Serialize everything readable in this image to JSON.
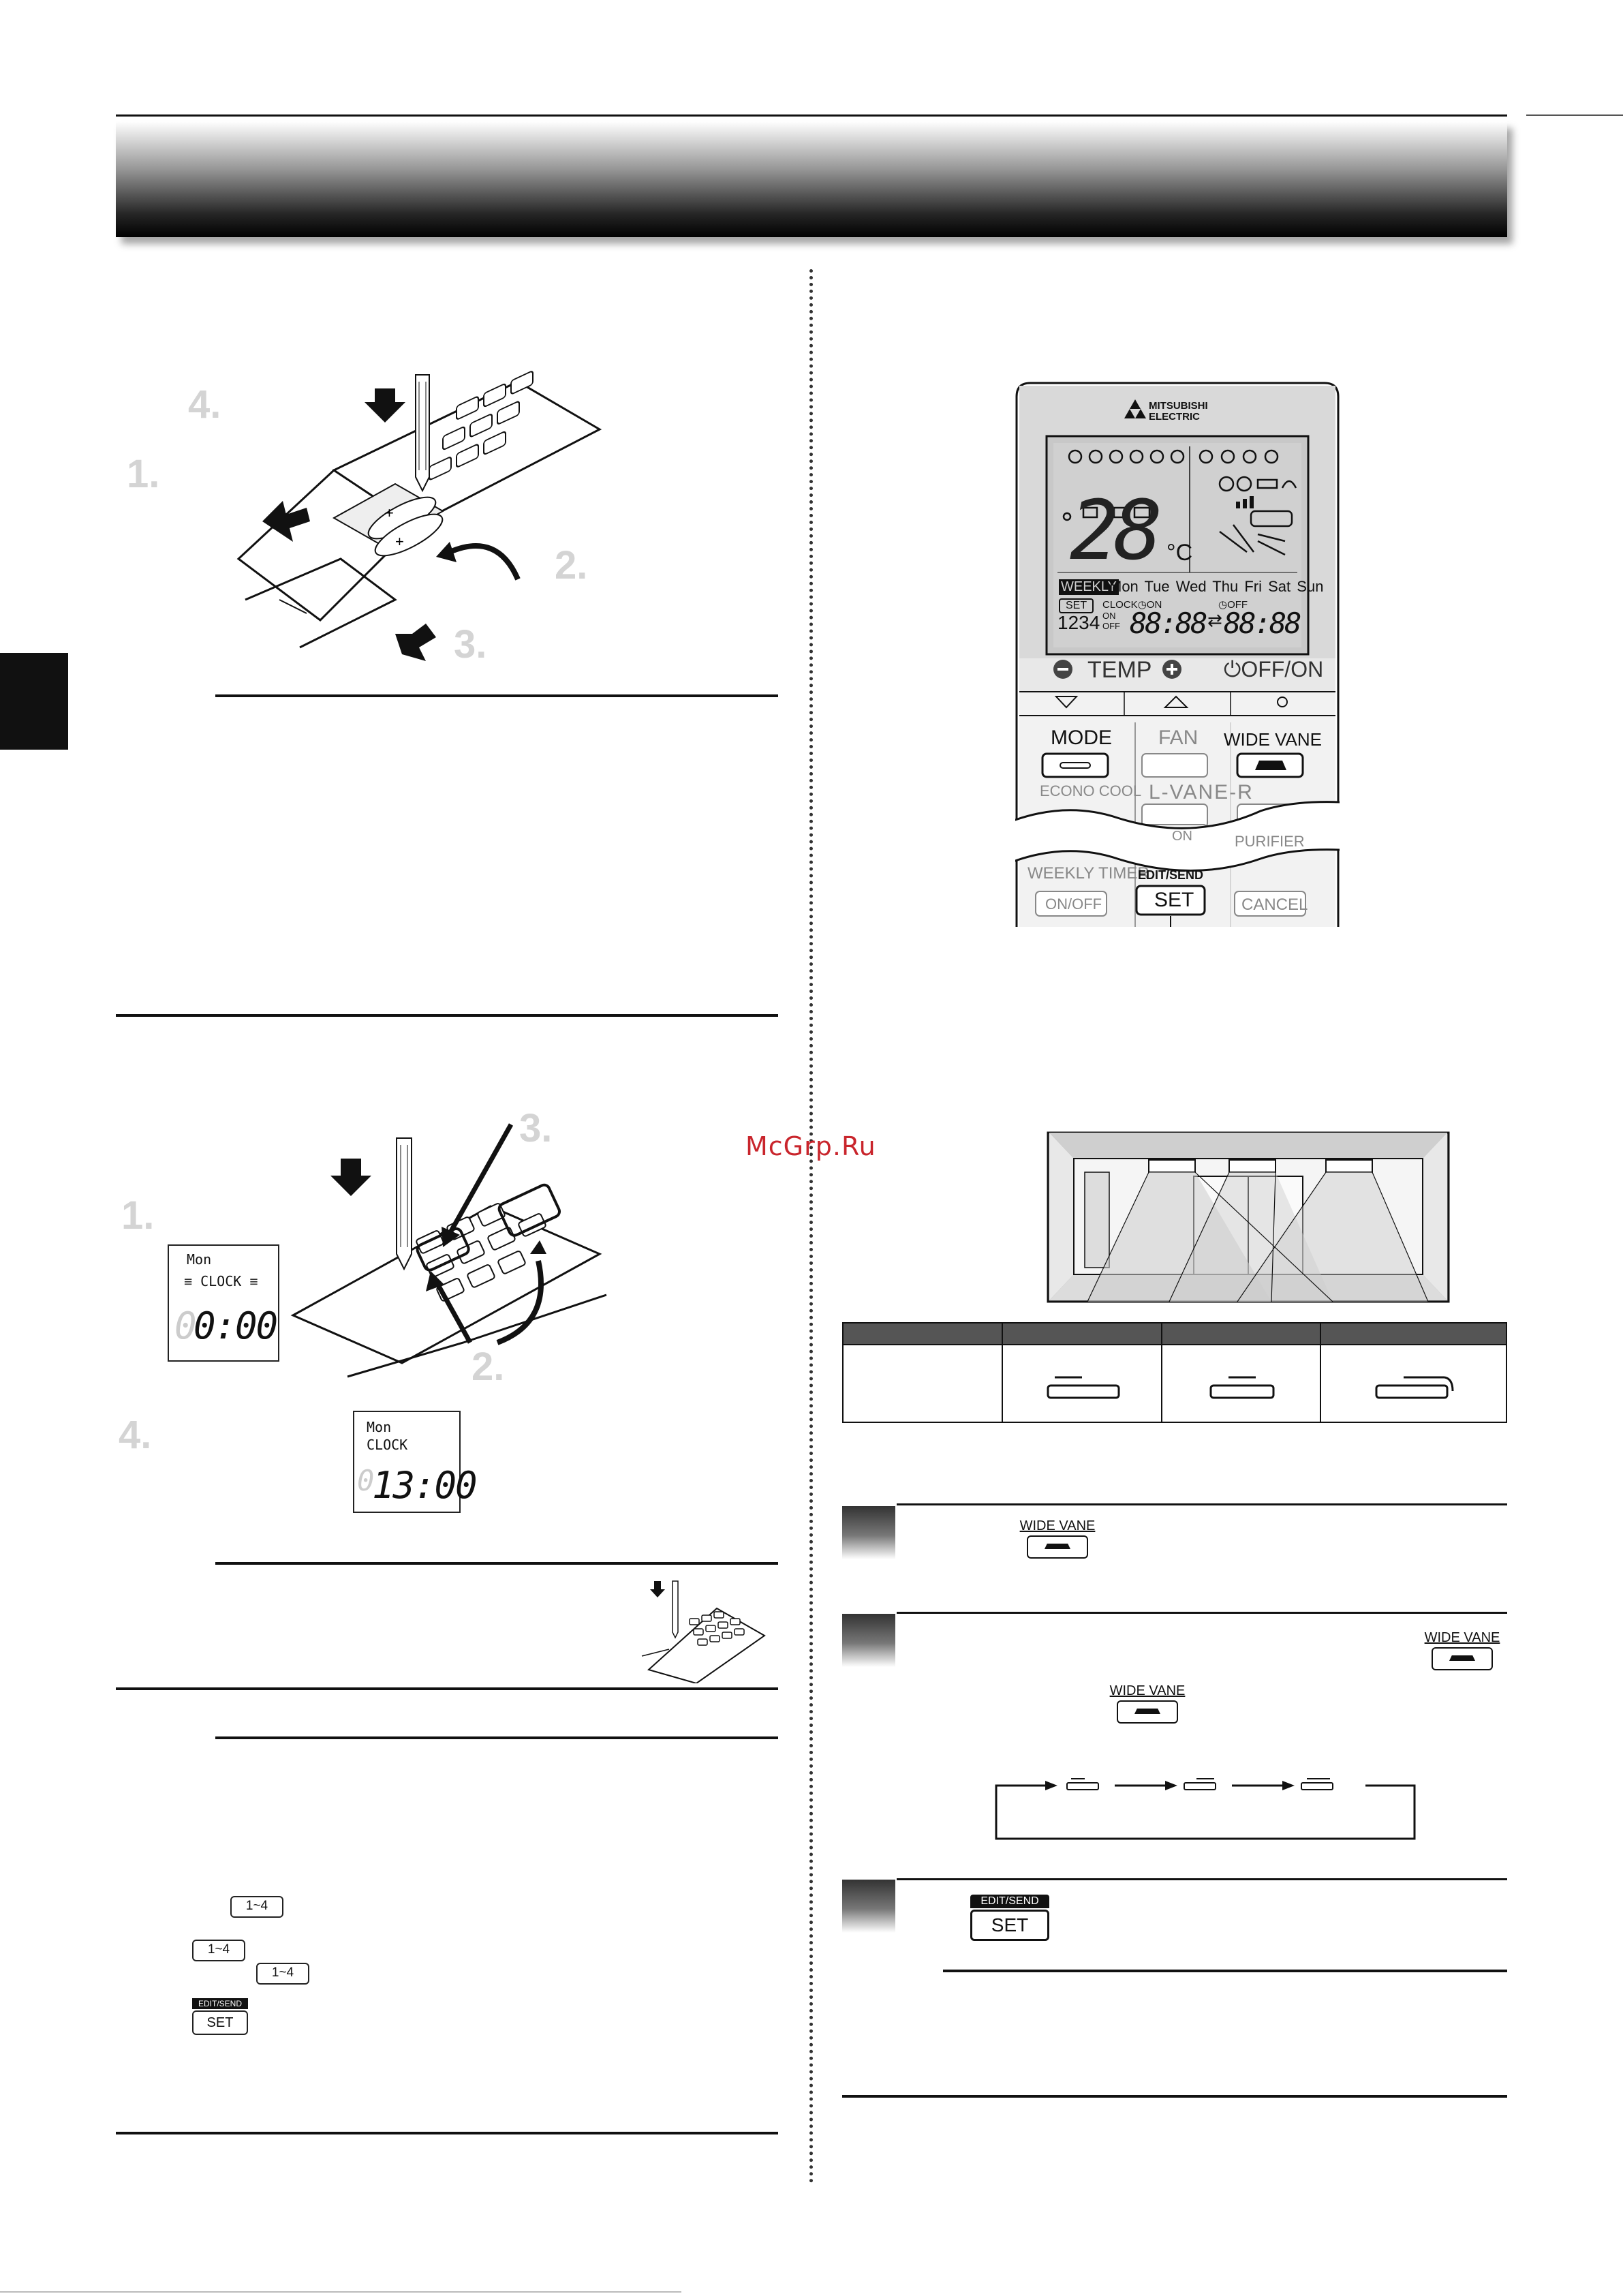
{
  "watermark": "McGrp.Ru",
  "step_numbers": {
    "battery": [
      "4.",
      "1.",
      "2.",
      "3."
    ],
    "clock": [
      "3.",
      "1.",
      "2.",
      "4."
    ]
  },
  "clock_displays": {
    "before": {
      "day": "Mon",
      "label": "CLOCK",
      "time": "0:00",
      "faint_digit": "0"
    },
    "after": {
      "day": "Mon",
      "label": "CLOCK",
      "time": "13:00",
      "faint_digit": "0"
    }
  },
  "key_labels": {
    "range_key": "1~4",
    "edit_send": "EDIT/SEND",
    "set": "SET",
    "wide_vane": "WIDE VANE"
  },
  "remote": {
    "brand_line1": "MITSUBISHI",
    "brand_line2": "ELECTRIC",
    "display": {
      "temperature": "28",
      "unit": "°C",
      "weekly": "WEEKLY",
      "days": [
        "Mon",
        "Tue",
        "Wed",
        "Thu",
        "Fri",
        "Sat",
        "Sun"
      ],
      "set": "SET",
      "clock": "CLOCK",
      "on": "ON",
      "off": "OFF",
      "slots": "1234",
      "time1": "88:88",
      "time2": "88:88"
    },
    "labels": {
      "temp": "TEMP",
      "off_on": "OFF/ON",
      "mode": "MODE",
      "fan": "FAN",
      "wide_vane": "WIDE VANE",
      "l_vane_r": "L-VANE-R",
      "econo_cool": "ECONO COOL",
      "purifier": "PURIFIER",
      "weekly_timer": "WEEKLY TIMER",
      "on_off_btn": "ON/OFF",
      "edit_send": "EDIT/SEND",
      "set": "SET",
      "cancel": "CANCEL",
      "partial_on": "ON"
    }
  }
}
